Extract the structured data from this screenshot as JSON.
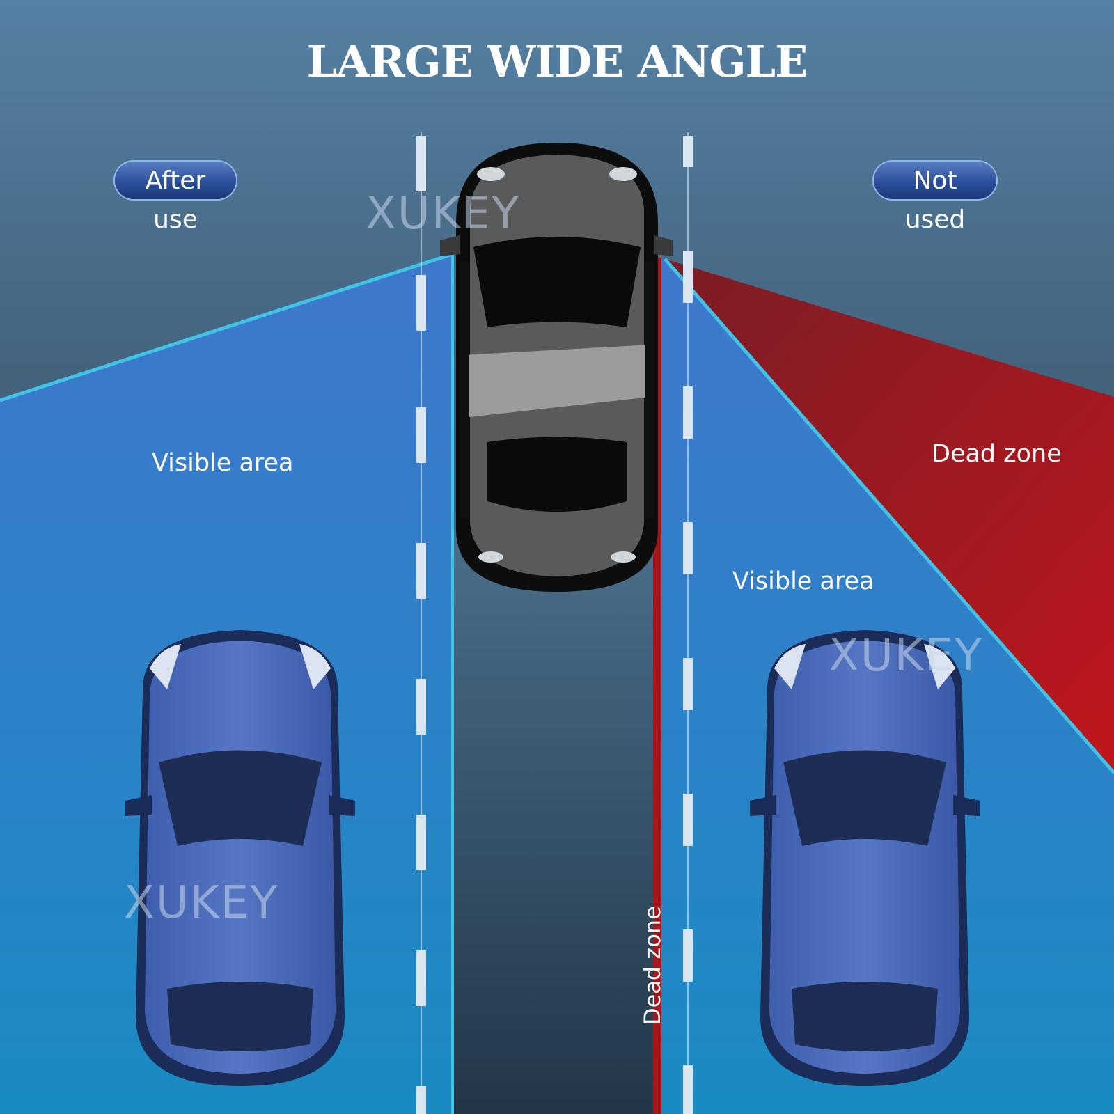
{
  "title": "LARGE WIDE ANGLE",
  "badges": {
    "after_use": "After use",
    "not_used": "Not used"
  },
  "labels": {
    "visible_area_left": "Visible area",
    "visible_area_right": "Visible area",
    "dead_zone_right": "Dead zone",
    "dead_zone_vertical": "Dead zone"
  },
  "watermark": "XUKEY",
  "colors": {
    "visible_area": "#3a7fd0",
    "dead_zone": "#a3171d",
    "background": "#4f7898",
    "road": "#2a3f52"
  }
}
